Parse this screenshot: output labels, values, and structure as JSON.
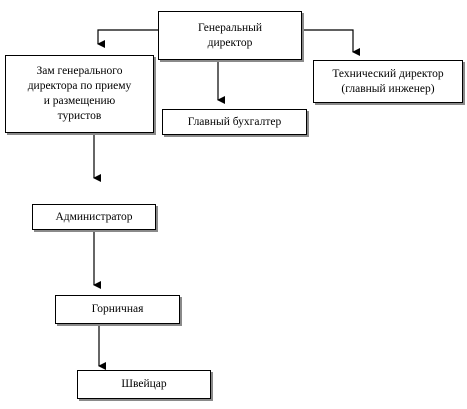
{
  "org_chart": {
    "director": {
      "line1": "Генеральный",
      "line2": "директор"
    },
    "deputy": {
      "line1": "Зам генерального",
      "line2": "директора по приему",
      "line3": "и размещению",
      "line4": "туристов"
    },
    "technical_director": {
      "line1": "Технический директор",
      "line2": "(главный инженер)"
    },
    "chief_accountant": "Главный бухгалтер",
    "administrator": "Администратор",
    "maid": "Горничная",
    "doorman": "Швейцар"
  }
}
